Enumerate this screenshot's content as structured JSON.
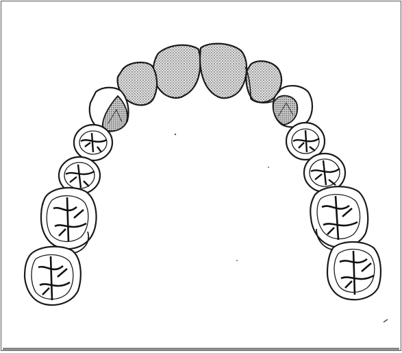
{
  "figure": {
    "kind": "dental-arch-illustration",
    "view": "occlusal",
    "jaw": "upper",
    "colors": {
      "line": "#1a1a1a",
      "stipple": "#2a2a2a",
      "stipple_bg": "#dcdcdc",
      "background": "#ffffff"
    },
    "shaded_teeth": [
      "right-central-incisor",
      "left-central-incisor",
      "right-lateral-incisor",
      "left-lateral-incisor",
      "right-canine-inset",
      "left-canine-inset"
    ],
    "teeth": [
      {
        "id": "right-central-incisor",
        "shaded": true
      },
      {
        "id": "left-central-incisor",
        "shaded": true
      },
      {
        "id": "right-lateral-incisor",
        "shaded": true
      },
      {
        "id": "left-lateral-incisor",
        "shaded": true
      },
      {
        "id": "right-canine",
        "shaded": false
      },
      {
        "id": "left-canine",
        "shaded": false
      },
      {
        "id": "right-first-premolar",
        "shaded": false
      },
      {
        "id": "right-second-premolar",
        "shaded": false
      },
      {
        "id": "left-first-premolar",
        "shaded": false
      },
      {
        "id": "left-second-premolar",
        "shaded": false
      },
      {
        "id": "right-first-molar",
        "shaded": false
      },
      {
        "id": "right-second-molar",
        "shaded": false
      },
      {
        "id": "left-first-molar",
        "shaded": false
      },
      {
        "id": "left-second-molar",
        "shaded": false
      }
    ]
  }
}
